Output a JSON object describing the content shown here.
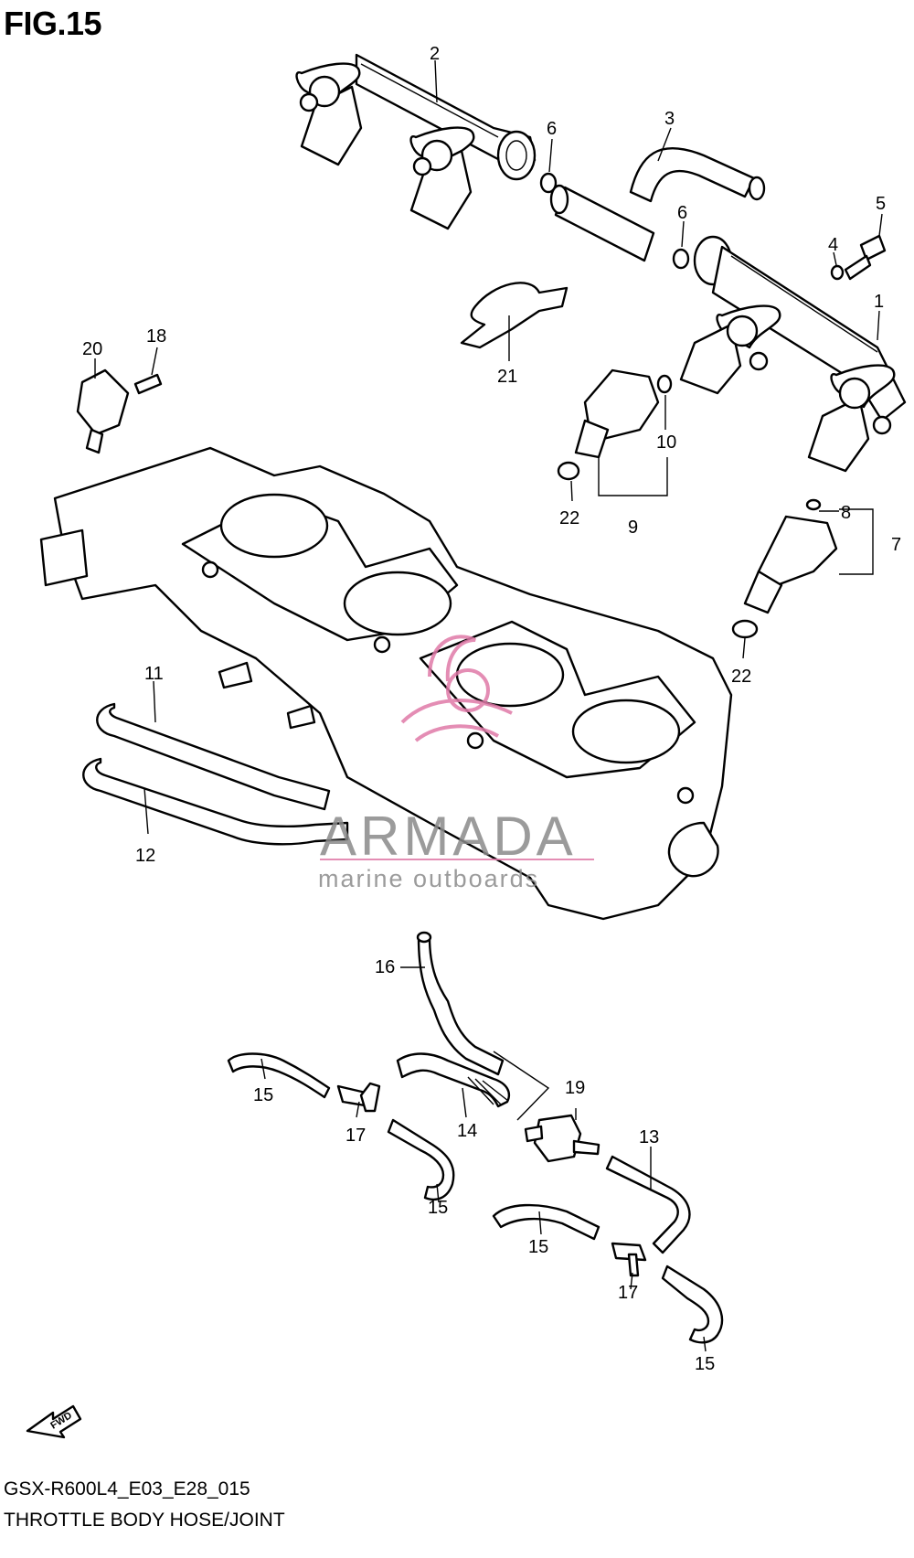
{
  "figure": {
    "title": "FIG.15",
    "code": "GSX-R600L4_E03_E28_015",
    "name": "THROTTLE BODY HOSE/JOINT"
  },
  "watermark": {
    "brand": "ARMADA",
    "tagline": "marine outboards"
  },
  "fwd_label": "FWD",
  "callouts": [
    {
      "id": "c2",
      "label": "2"
    },
    {
      "id": "c6a",
      "label": "6"
    },
    {
      "id": "c3",
      "label": "3"
    },
    {
      "id": "c6b",
      "label": "6"
    },
    {
      "id": "c5",
      "label": "5"
    },
    {
      "id": "c4",
      "label": "4"
    },
    {
      "id": "c1",
      "label": "1"
    },
    {
      "id": "c20",
      "label": "20"
    },
    {
      "id": "c18",
      "label": "18"
    },
    {
      "id": "c21",
      "label": "21"
    },
    {
      "id": "c10",
      "label": "10"
    },
    {
      "id": "c22a",
      "label": "22"
    },
    {
      "id": "c9",
      "label": "9"
    },
    {
      "id": "c8",
      "label": "8"
    },
    {
      "id": "c7",
      "label": "7"
    },
    {
      "id": "c22b",
      "label": "22"
    },
    {
      "id": "c11",
      "label": "11"
    },
    {
      "id": "c12",
      "label": "12"
    },
    {
      "id": "c16",
      "label": "16"
    },
    {
      "id": "c19",
      "label": "19"
    },
    {
      "id": "c15a",
      "label": "15"
    },
    {
      "id": "c17a",
      "label": "17"
    },
    {
      "id": "c14",
      "label": "14"
    },
    {
      "id": "c13",
      "label": "13"
    },
    {
      "id": "c15b",
      "label": "15"
    },
    {
      "id": "c15c",
      "label": "15"
    },
    {
      "id": "c17b",
      "label": "17"
    },
    {
      "id": "c15d",
      "label": "15"
    }
  ],
  "colors": {
    "line": "#000000",
    "watermark_text": "#8a8a8a",
    "watermark_logo": "#e07aa8"
  }
}
